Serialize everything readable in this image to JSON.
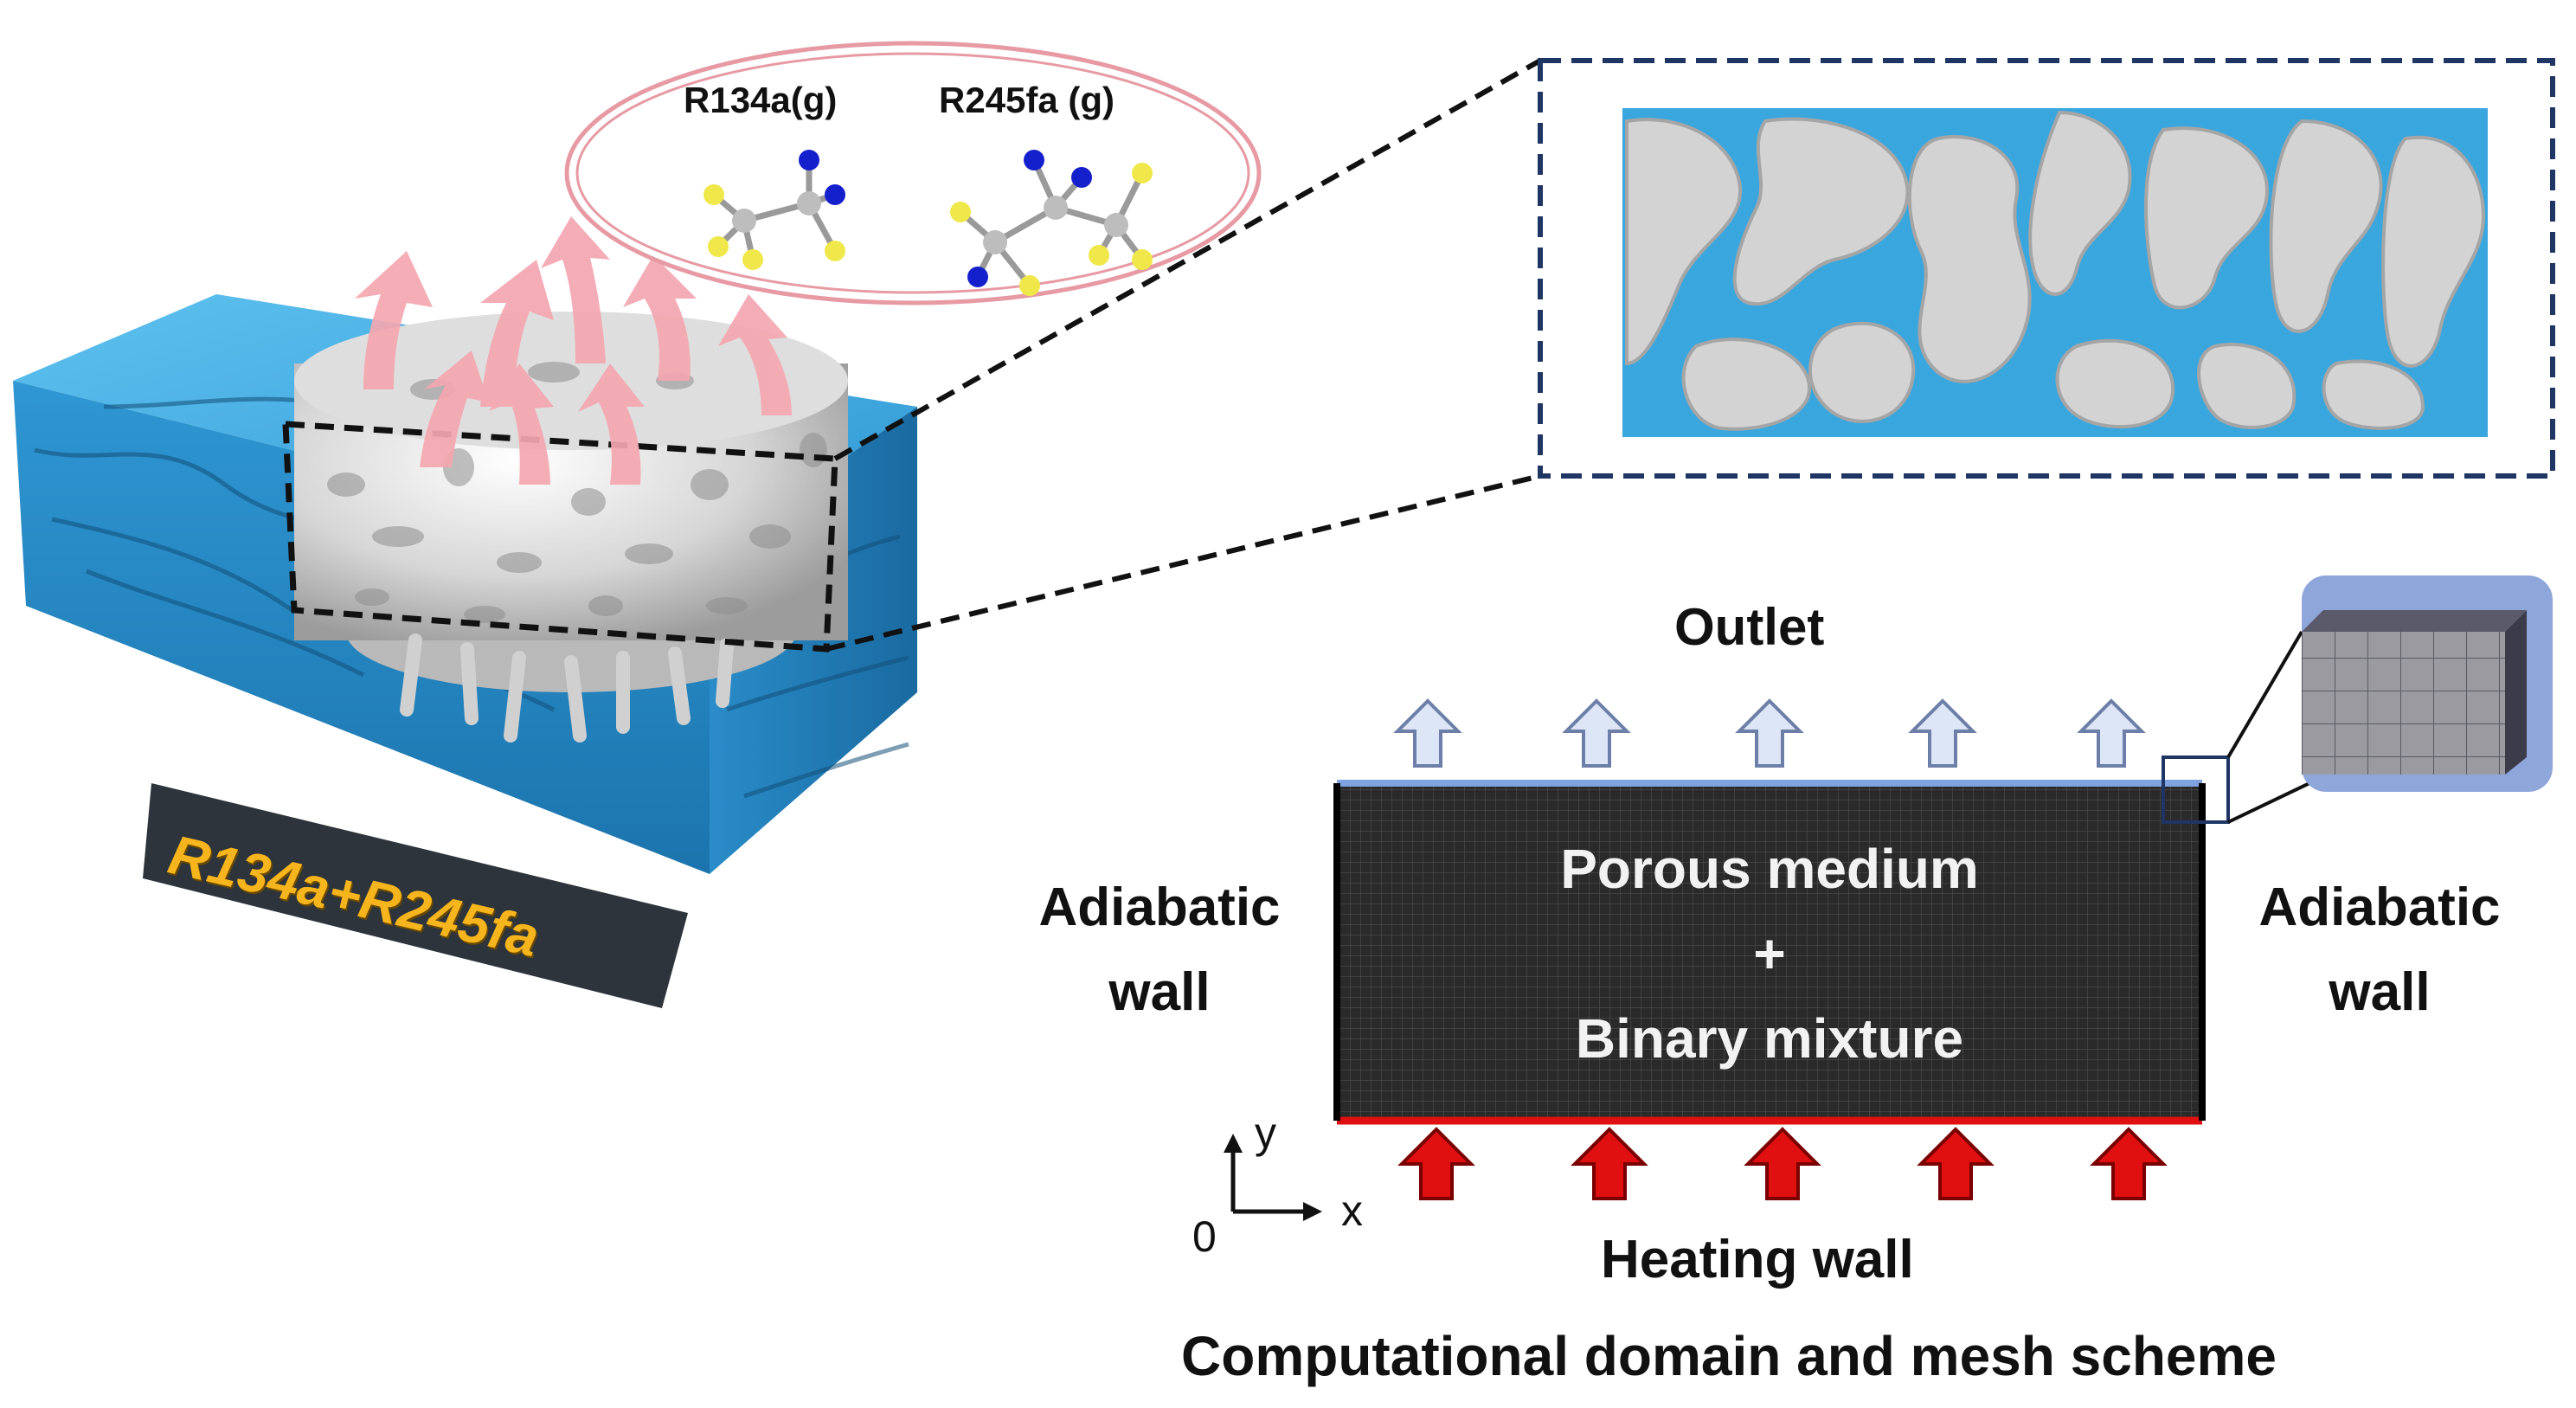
{
  "molecules": {
    "r134a_label": "R134a(g)",
    "r245fa_label": "R245fa (g)"
  },
  "block_label": "R134a+R245fa",
  "domain": {
    "outlet": "Outlet",
    "left_wall_line1": "Adiabatic",
    "left_wall_line2": "wall",
    "right_wall_line1": "Adiabatic",
    "right_wall_line2": "wall",
    "inner_line1": "Porous medium",
    "inner_line2": "+",
    "inner_line3": "Binary mixture",
    "heating": "Heating wall",
    "axis_y": "y",
    "axis_x": "x",
    "axis_origin": "0",
    "caption": "Computational domain and mesh scheme"
  },
  "colors": {
    "water": "#3aa6de",
    "porous": "#d9d9d9",
    "arrow_pink": "#f4a7b0",
    "outlet_arrow": "#dde6f7",
    "heat_arrow": "#e01010",
    "ring": "#e79aa3",
    "dashed_frame": "#1f3563",
    "block_text": "#f6b51c"
  }
}
